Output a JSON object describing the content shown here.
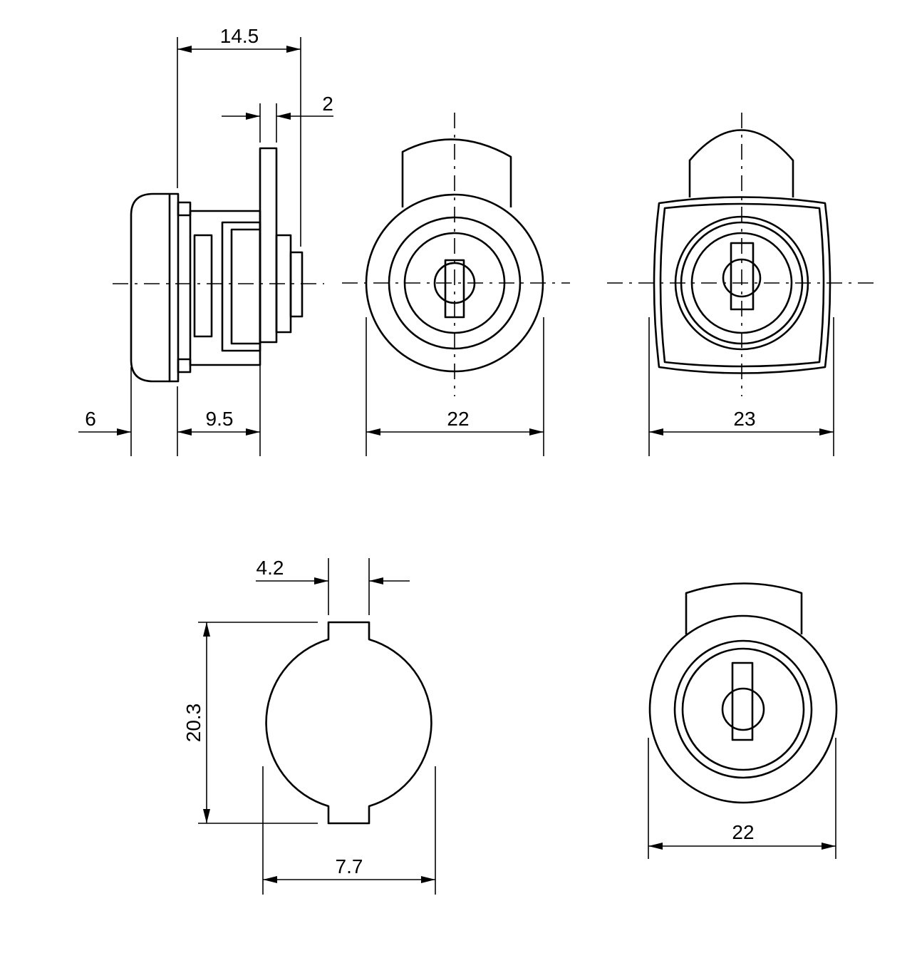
{
  "dimensions": {
    "side_total_width": "14.5",
    "flange_thickness": "2",
    "cap_depth": "6",
    "body_length": "9.5",
    "round_face_diameter": "22",
    "square_face_width": "23",
    "cutout_tab_width": "4.2",
    "cutout_height": "20.3",
    "cutout_width": "7.7",
    "round_face_diameter_2": "22"
  },
  "colors": {
    "stroke": "#000000",
    "background": "#ffffff"
  }
}
